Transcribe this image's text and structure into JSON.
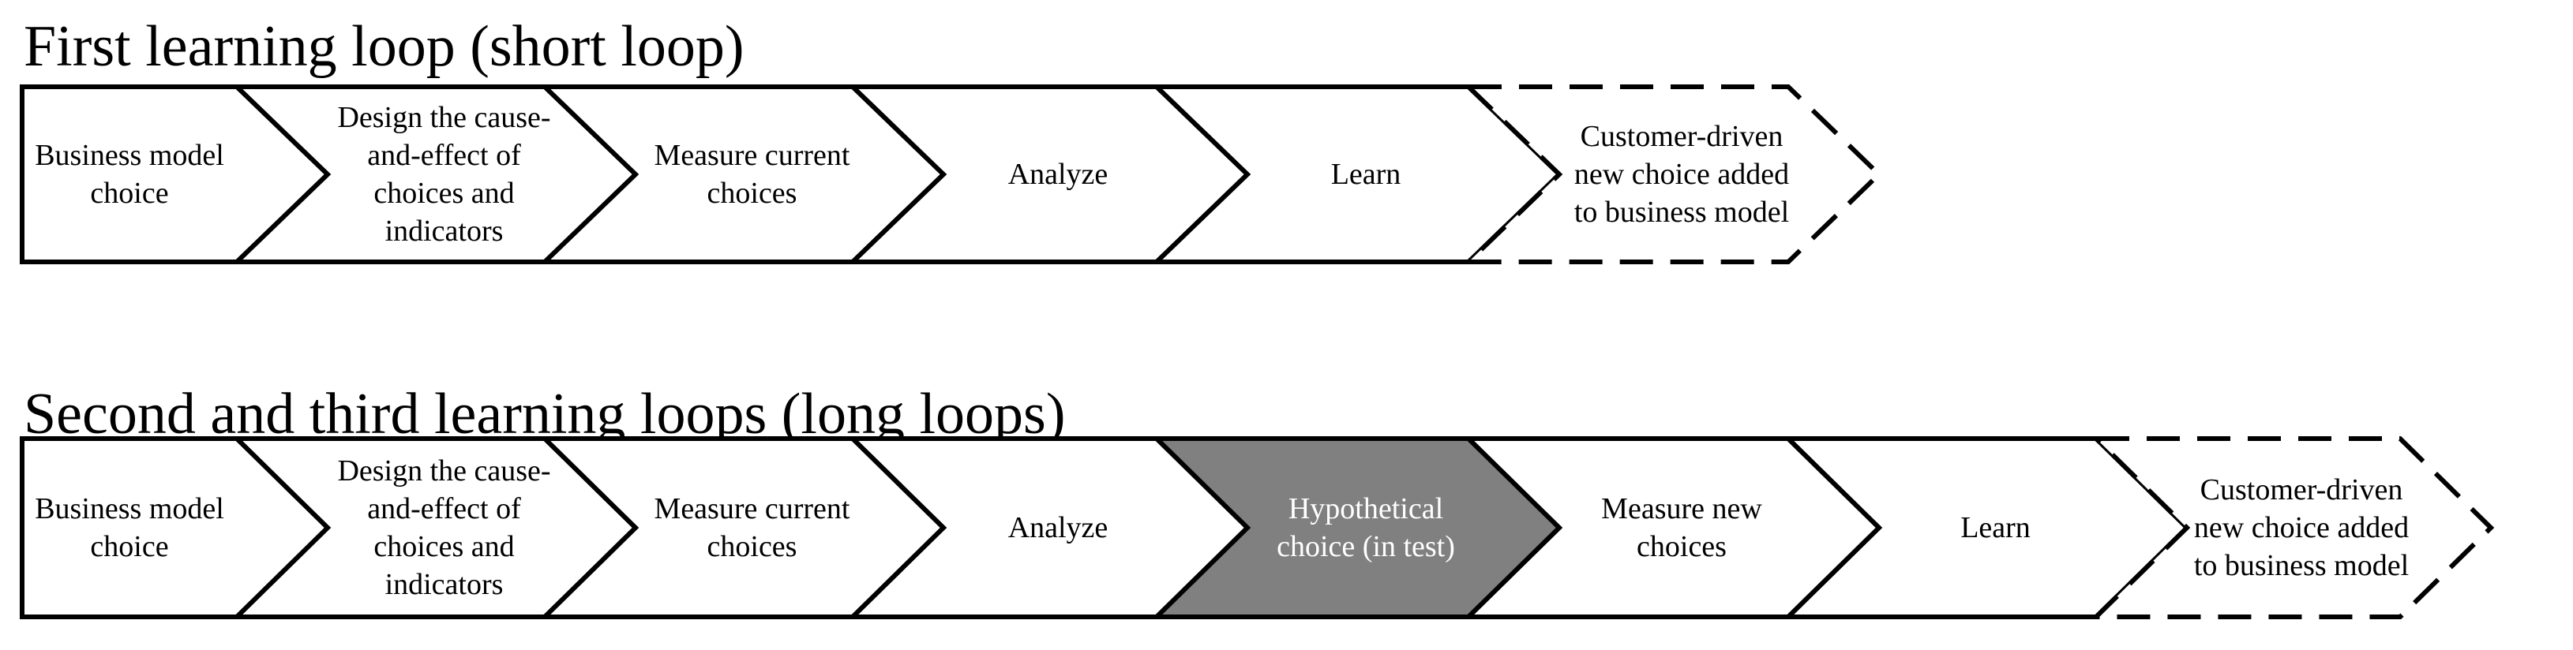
{
  "titles": {
    "first": "First learning loop (short loop)",
    "second": "Second and third learning loops (long loops)"
  },
  "colors": {
    "stroke": "#000000",
    "fill": "#ffffff",
    "highlight_fill": "#808080",
    "highlight_text": "#ffffff",
    "text": "#000000"
  },
  "loops": [
    {
      "id": "short-loop",
      "steps": [
        {
          "lines": [
            "Business model",
            "choice"
          ]
        },
        {
          "lines": [
            "Design the cause-",
            "and-effect of",
            "choices and",
            "indicators"
          ]
        },
        {
          "lines": [
            "Measure current",
            "choices"
          ]
        },
        {
          "lines": [
            "Analyze"
          ]
        },
        {
          "lines": [
            "Learn"
          ]
        },
        {
          "lines": [
            "Customer-driven",
            "new choice added",
            "to business model"
          ],
          "dashed": true
        }
      ]
    },
    {
      "id": "long-loop",
      "steps": [
        {
          "lines": [
            "Business model",
            "choice"
          ]
        },
        {
          "lines": [
            "Design the cause-",
            "and-effect of",
            "choices and",
            "indicators"
          ]
        },
        {
          "lines": [
            "Measure current",
            "choices"
          ]
        },
        {
          "lines": [
            "Analyze"
          ]
        },
        {
          "lines": [
            "Hypothetical",
            "choice (in test)"
          ],
          "highlighted": true
        },
        {
          "lines": [
            "Measure new",
            "choices"
          ]
        },
        {
          "lines": [
            "Learn"
          ]
        },
        {
          "lines": [
            "Customer-driven",
            "new choice added",
            "to business model"
          ],
          "dashed": true
        }
      ]
    }
  ]
}
